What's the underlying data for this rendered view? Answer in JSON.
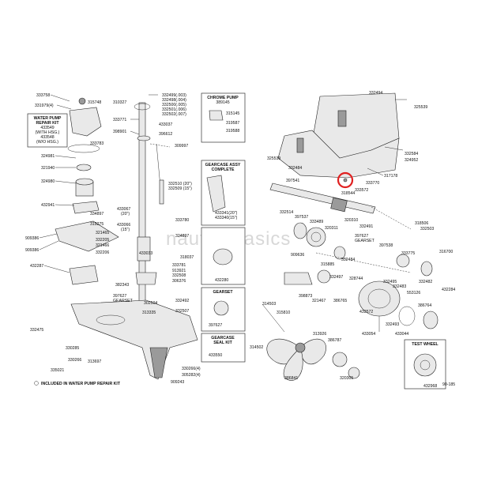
{
  "watermark": "nauticabasics",
  "footnote": "INCLUDED IN WATER PUMP REPAIR KIT",
  "footnote_symbol": "O",
  "corner_code": "90-185",
  "highlight_color": "#e02020",
  "boxes": {
    "water_pump_kit": [
      "WATER PUMP",
      "REPAIR KIT",
      "433549",
      "(WITH HSG.)",
      "433548",
      "(W/O HSG.)"
    ],
    "chrome_pump": [
      "CHROME PUMP",
      "389145"
    ],
    "gearcase_assy": [
      "GEARCASE ASSY",
      "COMPLETE"
    ],
    "gearset": [
      "GEARSET"
    ],
    "gearcase_seal": [
      "GEARCASE",
      "SEAL KIT"
    ],
    "test_wheel": [
      "TEST WHEEL"
    ]
  },
  "parts": [
    {
      "id": "p001",
      "text": "332494"
    },
    {
      "id": "p002",
      "text": "325539"
    },
    {
      "id": "p003",
      "text": "332584"
    },
    {
      "id": "p004",
      "text": "324952"
    },
    {
      "id": "p005",
      "text": "317178"
    },
    {
      "id": "p006",
      "text": "325539"
    },
    {
      "id": "p007",
      "text": "332484"
    },
    {
      "id": "p008",
      "text": "397541"
    },
    {
      "id": "p009",
      "text": "333770"
    },
    {
      "id": "p010",
      "text": "333572"
    },
    {
      "id": "p011",
      "text": "318544"
    },
    {
      "id": "p012",
      "text": "333758"
    },
    {
      "id": "p013",
      "text": "331979(4)"
    },
    {
      "id": "p014",
      "text": "315748"
    },
    {
      "id": "p015",
      "text": "310327"
    },
    {
      "id": "p016",
      "text": "332499(.003)"
    },
    {
      "id": "p017",
      "text": "332498(.004)"
    },
    {
      "id": "p018",
      "text": "332500(.005)"
    },
    {
      "id": "p019",
      "text": "332501(.006)"
    },
    {
      "id": "p020",
      "text": "332502(.007)"
    },
    {
      "id": "p021",
      "text": "333771"
    },
    {
      "id": "p022",
      "text": "433037"
    },
    {
      "id": "p023",
      "text": "398901"
    },
    {
      "id": "p024",
      "text": "396612"
    },
    {
      "id": "p025",
      "text": "309997"
    },
    {
      "id": "p026",
      "text": "315145"
    },
    {
      "id": "p027",
      "text": "319587"
    },
    {
      "id": "p028",
      "text": "319588"
    },
    {
      "id": "p029",
      "text": "332510 (20\")"
    },
    {
      "id": "p030",
      "text": "332509 (15\")"
    },
    {
      "id": "p031",
      "text": "433341(20\")"
    },
    {
      "id": "p032",
      "text": "433340(15\")"
    },
    {
      "id": "p033",
      "text": "333783"
    },
    {
      "id": "p034",
      "text": "324981"
    },
    {
      "id": "p035",
      "text": "321940"
    },
    {
      "id": "p036",
      "text": "324980"
    },
    {
      "id": "p037",
      "text": "432941"
    },
    {
      "id": "p038",
      "text": "334897"
    },
    {
      "id": "p039",
      "text": "319275"
    },
    {
      "id": "p040",
      "text": "433067"
    },
    {
      "id": "p041",
      "text": "(20\")"
    },
    {
      "id": "p042",
      "text": "433066"
    },
    {
      "id": "p043",
      "text": "(15\")"
    },
    {
      "id": "p044",
      "text": "333780"
    },
    {
      "id": "p045",
      "text": "332514"
    },
    {
      "id": "p046",
      "text": "397537"
    },
    {
      "id": "p047",
      "text": "333489"
    },
    {
      "id": "p048",
      "text": "320311"
    },
    {
      "id": "p049",
      "text": "320310"
    },
    {
      "id": "p050",
      "text": "332491"
    },
    {
      "id": "p051",
      "text": "397627"
    },
    {
      "id": "p052",
      "text": "GEARSET"
    },
    {
      "id": "p053",
      "text": "318506"
    },
    {
      "id": "p054",
      "text": "332503"
    },
    {
      "id": "p055",
      "text": "909386"
    },
    {
      "id": "p056",
      "text": "332205"
    },
    {
      "id": "p057",
      "text": "321466"
    },
    {
      "id": "p058",
      "text": "909386"
    },
    {
      "id": "p059",
      "text": "332206"
    },
    {
      "id": "p060",
      "text": "324897"
    },
    {
      "id": "p061",
      "text": "318037"
    },
    {
      "id": "p062",
      "text": "909636"
    },
    {
      "id": "p063",
      "text": "332484"
    },
    {
      "id": "p064",
      "text": "397538"
    },
    {
      "id": "p065",
      "text": "333775"
    },
    {
      "id": "p066",
      "text": "315885"
    },
    {
      "id": "p067",
      "text": "432287"
    },
    {
      "id": "p068",
      "text": "433033"
    },
    {
      "id": "p069",
      "text": "333781"
    },
    {
      "id": "p070",
      "text": "913921"
    },
    {
      "id": "p071",
      "text": "332508"
    },
    {
      "id": "p072",
      "text": "306376"
    },
    {
      "id": "p073",
      "text": "382343"
    },
    {
      "id": "p074",
      "text": "432280"
    },
    {
      "id": "p075",
      "text": "332497"
    },
    {
      "id": "p076",
      "text": "328744"
    },
    {
      "id": "p077",
      "text": "332495"
    },
    {
      "id": "p078",
      "text": "332483"
    },
    {
      "id": "p079",
      "text": "332482"
    },
    {
      "id": "p080",
      "text": "432284"
    },
    {
      "id": "p081",
      "text": "397627"
    },
    {
      "id": "p082",
      "text": "GEARSET"
    },
    {
      "id": "p083",
      "text": "302504"
    },
    {
      "id": "p084",
      "text": "332492"
    },
    {
      "id": "p085",
      "text": "313335"
    },
    {
      "id": "p086",
      "text": "332507"
    },
    {
      "id": "p087",
      "text": "398873"
    },
    {
      "id": "p088",
      "text": "321467"
    },
    {
      "id": "p089",
      "text": "386765"
    },
    {
      "id": "p090",
      "text": "553126"
    },
    {
      "id": "p091",
      "text": "386764"
    },
    {
      "id": "p092",
      "text": "397627"
    },
    {
      "id": "p093",
      "text": "314503"
    },
    {
      "id": "p094",
      "text": "315810"
    },
    {
      "id": "p095",
      "text": "332475"
    },
    {
      "id": "p096",
      "text": "330285"
    },
    {
      "id": "p097",
      "text": "330266"
    },
    {
      "id": "p098",
      "text": "313697"
    },
    {
      "id": "p099",
      "text": "335021"
    },
    {
      "id": "p100",
      "text": "330266(4)"
    },
    {
      "id": "p101",
      "text": "305282(4)"
    },
    {
      "id": "p102",
      "text": "909243"
    },
    {
      "id": "p103",
      "text": "433550"
    },
    {
      "id": "p104",
      "text": "314502"
    },
    {
      "id": "p105",
      "text": "313926"
    },
    {
      "id": "p106",
      "text": "386787"
    },
    {
      "id": "p107",
      "text": "386841"
    },
    {
      "id": "p108",
      "text": "320305"
    },
    {
      "id": "p109",
      "text": "332493"
    },
    {
      "id": "p110",
      "text": "433572"
    },
    {
      "id": "p111",
      "text": "433054"
    },
    {
      "id": "p112",
      "text": "433044"
    },
    {
      "id": "p113",
      "text": "316700"
    },
    {
      "id": "p114",
      "text": "432968"
    },
    {
      "id": "p115",
      "text": "321465"
    }
  ]
}
